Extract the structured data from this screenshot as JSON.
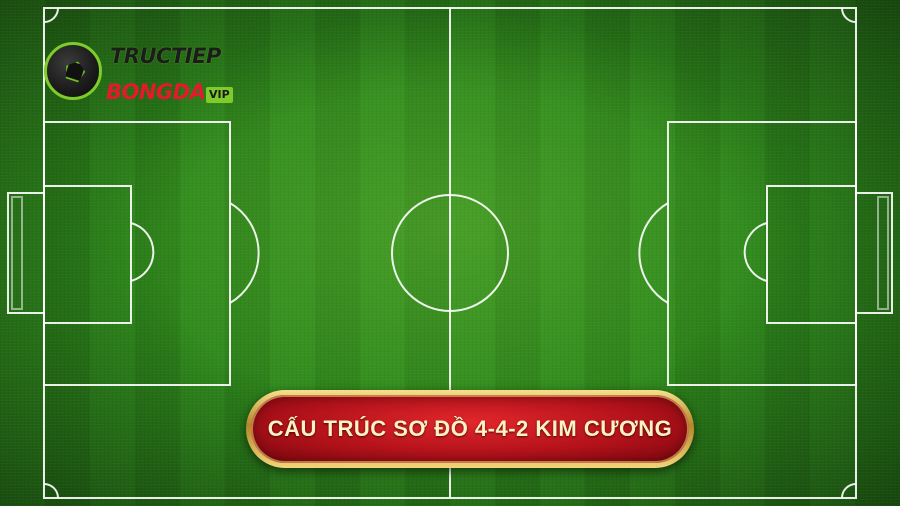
{
  "logo": {
    "line1": "TRUCTIEP",
    "line2": "BONGDA",
    "badge": "VIP",
    "icon": "soccer-ball-icon"
  },
  "banner": {
    "title": "CẤU TRÚC SƠ ĐỒ 4-4-2 KIM CƯƠNG"
  },
  "colors": {
    "pitch_green": "#2f8a1d",
    "line_white": "#ffffff",
    "banner_red": "#c4141d",
    "banner_gold": "#d9b24c",
    "logo_green": "#7ecb2a",
    "logo_red": "#e4192b"
  }
}
